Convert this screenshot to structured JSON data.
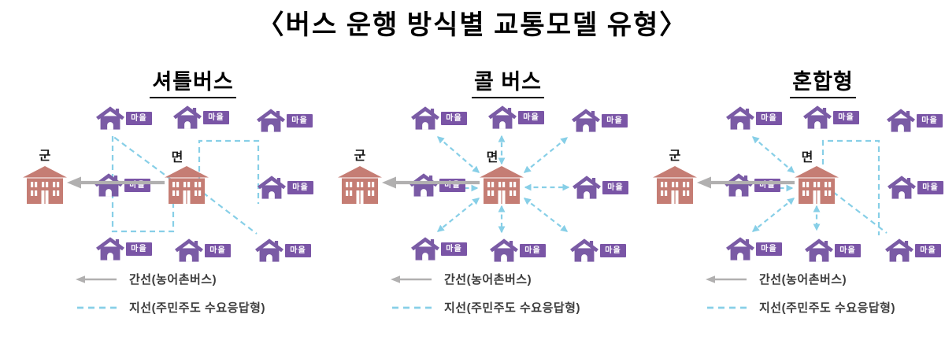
{
  "figure": {
    "title": "〈버스 운행 방식별 교통모델 유형〉"
  },
  "panels": [
    {
      "title": "셔틀버스"
    },
    {
      "title": "콜 버스"
    },
    {
      "title": "혼합형"
    }
  ],
  "shared": {
    "county_label": "군",
    "township_label": "면",
    "village_label": "마을",
    "legend": {
      "trunk_label": "간선(농어촌버스)",
      "branch_label": "지선(주민주도 수요응답형)"
    }
  },
  "colors": {
    "house": "#7a5ba5",
    "badge": "#7a55a6",
    "bldg": "#c57d74",
    "trunk": "#b1b0b0",
    "branch": "#87cfe7",
    "title": "#000000",
    "legend": "#3c3c3c"
  }
}
